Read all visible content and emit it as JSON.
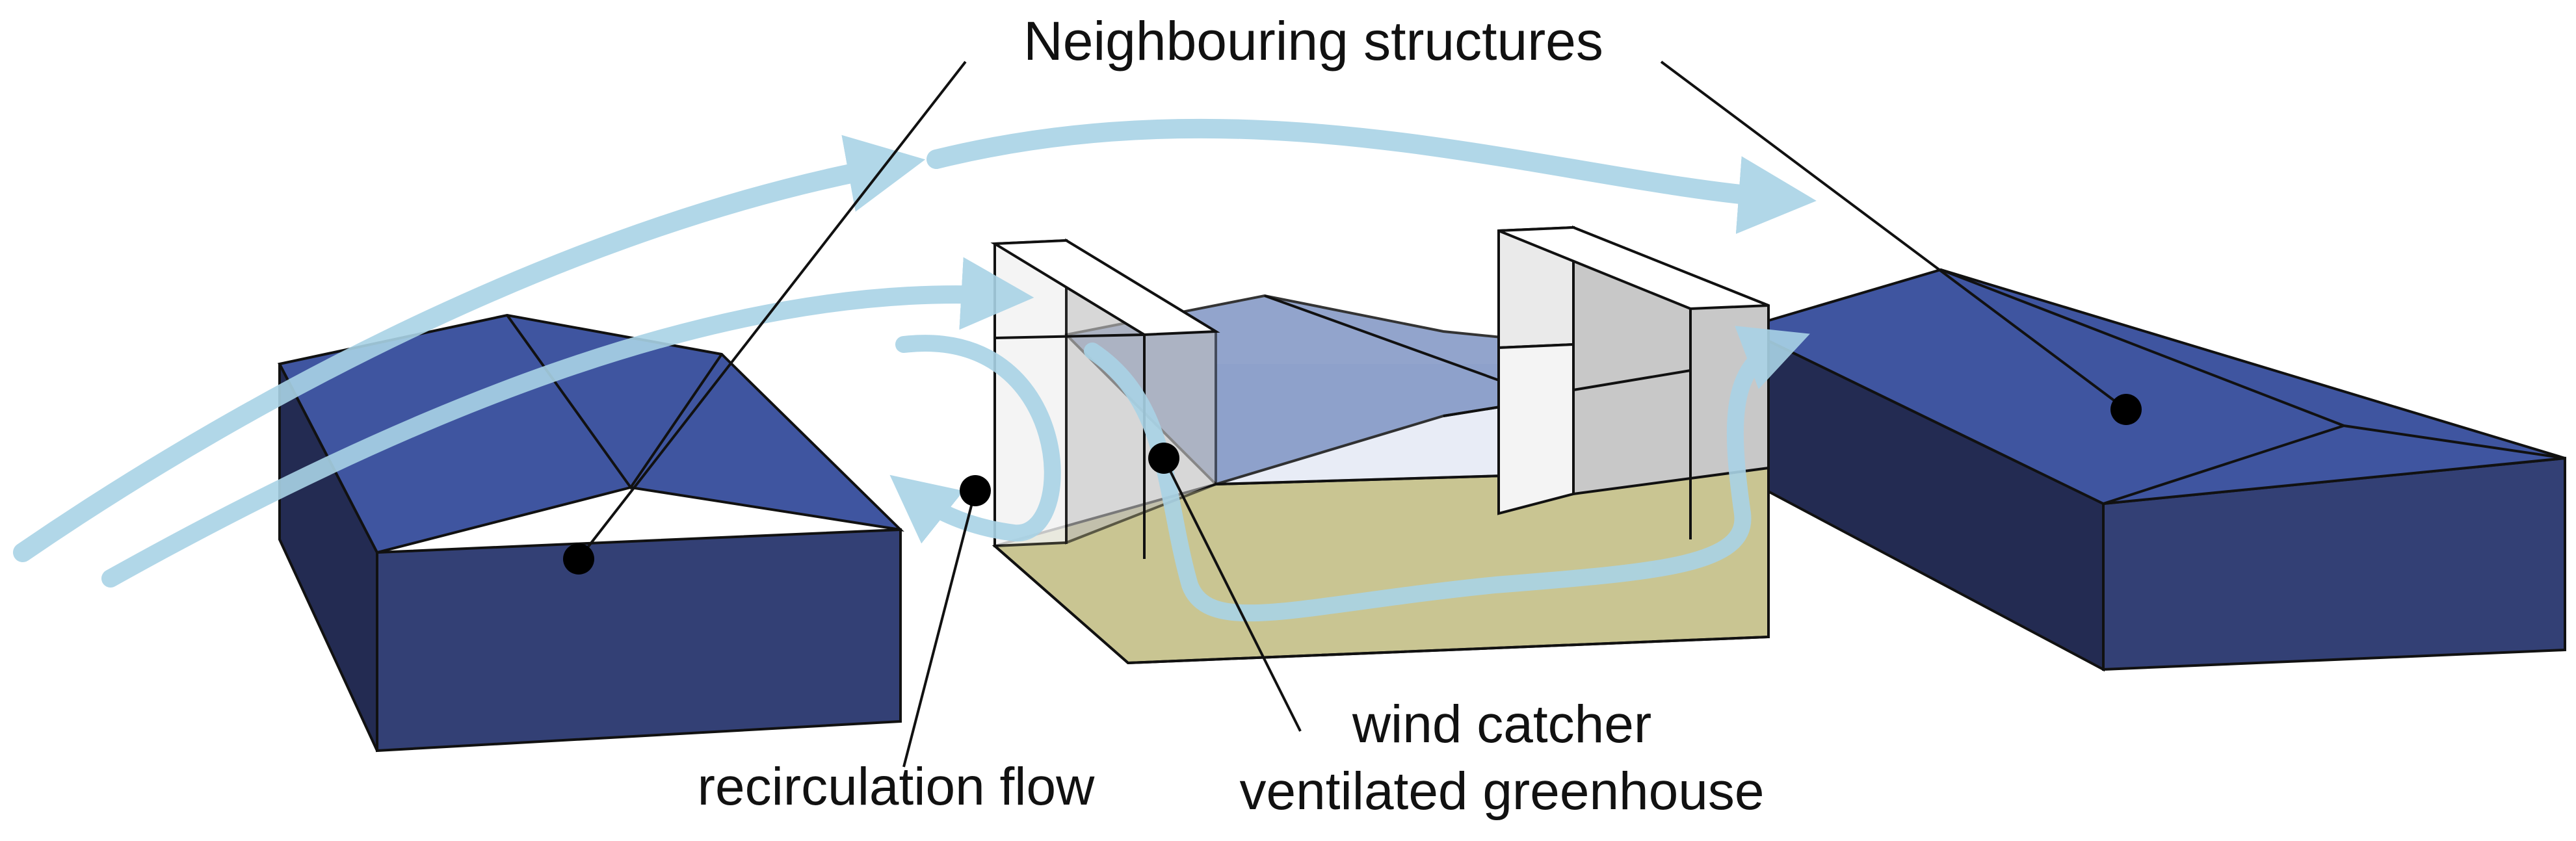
{
  "labels": {
    "neighbouring": "Neighbouring structures",
    "recirculation": "recirculation flow",
    "wind_catcher_line1": "wind catcher",
    "wind_catcher_line2": "ventilated greenhouse"
  },
  "colors": {
    "building_roof": "#3F55A0",
    "building_roof_light": "#4A60AA",
    "building_front": "#334075",
    "building_side": "#232B52",
    "greenhouse_floor": "#C9C592",
    "greenhouse_glass": "#E6E6E6",
    "greenhouse_roof_glass": "#7F95C4",
    "airflow": "#A9D3E6",
    "line": "#111111"
  }
}
